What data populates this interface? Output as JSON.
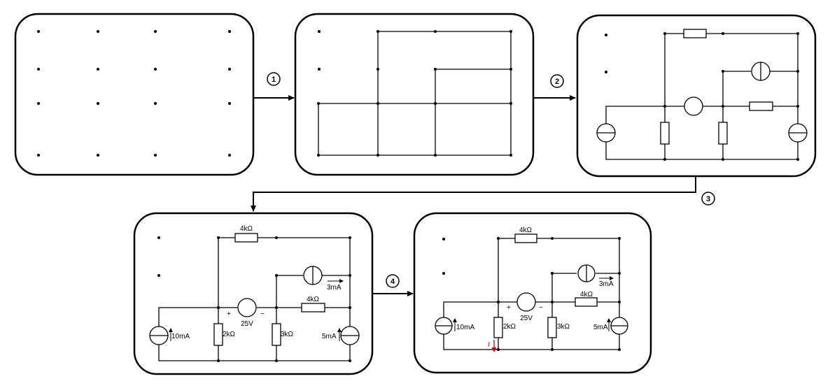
{
  "steps": [
    "1",
    "2",
    "3",
    "4"
  ],
  "labels": {
    "r_top": "4kΩ",
    "r_right": "4kΩ",
    "i_current_src": "3mA",
    "v_source": "25V",
    "v_plus": "+",
    "v_minus": "−",
    "r_left": "2kΩ",
    "r_mid": "3kΩ",
    "i_left": "10mA",
    "i_right": "5mA",
    "i_mark": "I"
  },
  "colors": {
    "line": "#000000",
    "accent": "#e00000",
    "background": "#ffffff"
  }
}
